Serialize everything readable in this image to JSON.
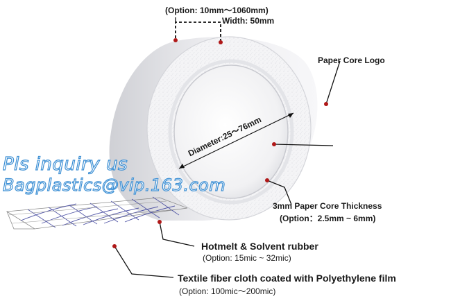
{
  "labels": {
    "option_width": "(Option: 10mm～1060mm)",
    "width": "Width: 50mm",
    "paper_core_logo": "Paper Core Logo",
    "diameter": "Diameter:25～76mm",
    "core_thickness": "3mm Paper Core Thickness",
    "core_thickness_option": "(Option：2.5mm ~ 6mm)",
    "rubber": "Hotmelt & Solvent rubber",
    "rubber_option": "(Option: 15mic ~ 32mic)",
    "cloth": "Textile fiber cloth coated with Polyethylene film",
    "cloth_option": "(Option: 100mic～200mic)"
  },
  "watermark": {
    "line1": "Pls inquiry us",
    "line2": "Bagplastics@vip.163.com"
  },
  "colors": {
    "leader": "#111111",
    "dot": "#b01818",
    "watermark_stroke": "#3c8fd4",
    "tape_shade": "#dcdde2",
    "fiber": "#3a3f9a"
  }
}
